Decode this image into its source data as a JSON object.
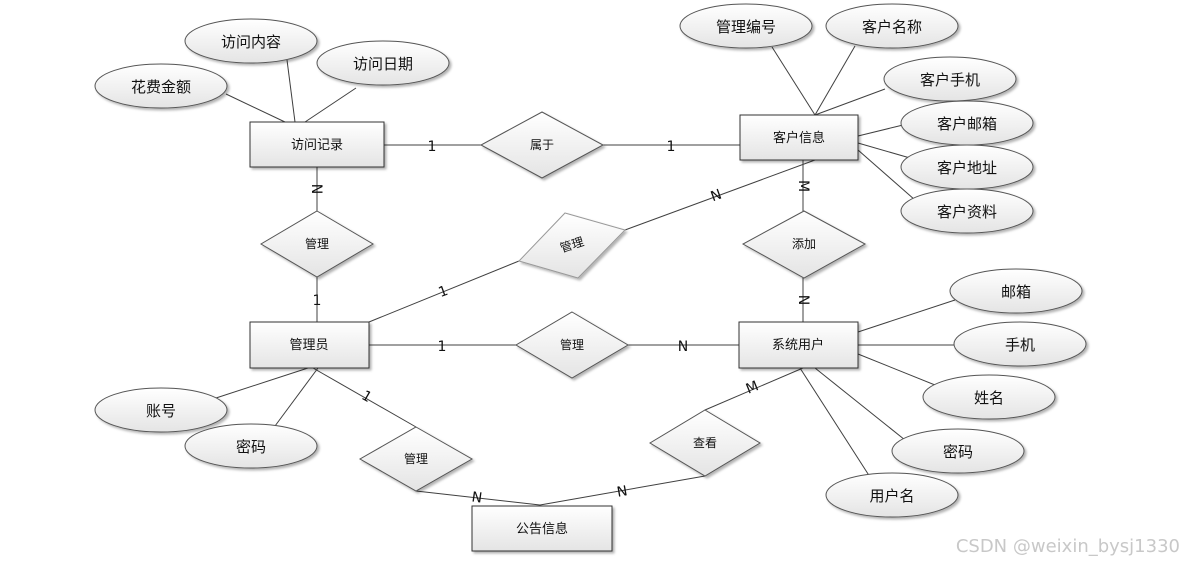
{
  "entities": {
    "visit_record": "访问记录",
    "customer_info": "客户信息",
    "admin": "管理员",
    "system_user": "系统用户",
    "notice": "公告信息"
  },
  "relationships": {
    "belongs_to": "属于",
    "manage_visit": "管理",
    "manage_customer": "管理",
    "add": "添加",
    "manage_user": "管理",
    "manage_notice": "管理",
    "view": "查看"
  },
  "attributes": {
    "visit_content": "访问内容",
    "visit_date": "访问日期",
    "cost_amount": "花费金额",
    "manage_no": "管理编号",
    "customer_name": "客户名称",
    "customer_phone": "客户手机",
    "customer_email": "客户邮箱",
    "customer_address": "客户地址",
    "customer_profile": "客户资料",
    "user_email": "邮箱",
    "user_phone": "手机",
    "user_realname": "姓名",
    "user_password": "密码",
    "user_username": "用户名",
    "admin_account": "账号",
    "admin_password": "密码"
  },
  "cardinalities": {
    "vr_belongs": "1",
    "belongs_ci": "1",
    "vr_manage": "N",
    "manage_admin": "1",
    "admin_mc": "1",
    "mc_ci": "N",
    "ci_add": "M",
    "add_su": "N",
    "admin_mu": "1",
    "mu_su": "N",
    "admin_mn": "1",
    "mn_notice": "N",
    "notice_view": "N",
    "view_su": "M"
  },
  "watermark": "CSDN @weixin_bysj1330"
}
